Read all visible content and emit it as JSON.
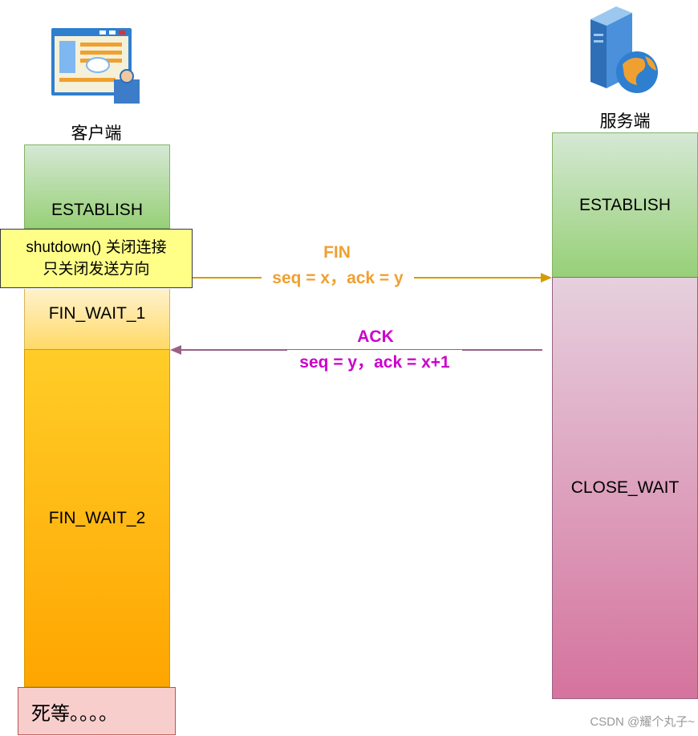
{
  "client": {
    "label": "客户端",
    "icon": "client-computer-icon",
    "states": {
      "establish": "ESTABLISH",
      "fin_wait_1": "FIN_WAIT_1",
      "fin_wait_2": "FIN_WAIT_2"
    },
    "note": {
      "line1": "shutdown() 关闭连接",
      "line2": "只关闭发送方向"
    },
    "dead_wait": "死等。。。。"
  },
  "server": {
    "label": "服务端",
    "icon": "server-globe-icon",
    "states": {
      "establish": "ESTABLISH",
      "close_wait": "CLOSE_WAIT"
    }
  },
  "messages": {
    "fin": {
      "title": "FIN",
      "detail": "seq = x，ack = y",
      "color": "#F0A030"
    },
    "ack": {
      "title": "ACK",
      "detail": "seq = y，ack = x+1",
      "color": "#CC00CC"
    }
  },
  "watermark": "CSDN @耀个丸子~"
}
